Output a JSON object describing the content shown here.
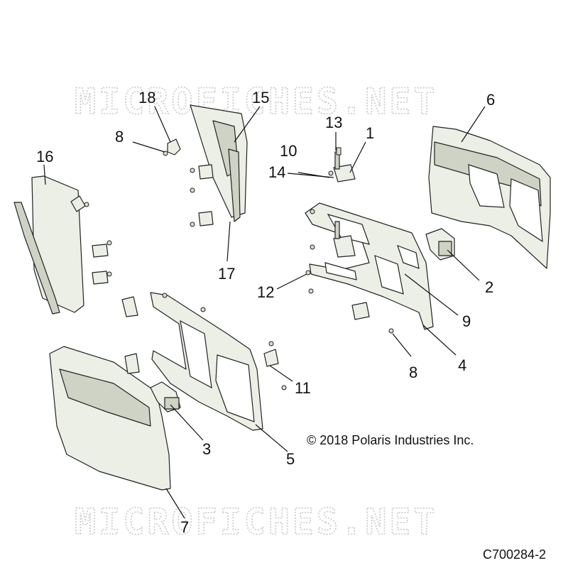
{
  "watermark": {
    "text": "MICROFICHES.NET"
  },
  "copyright": "© 2018 Polaris Industries Inc.",
  "diagram_id": "C700284-2",
  "callouts": {
    "c1": "1",
    "c2": "2",
    "c3": "3",
    "c4": "4",
    "c5": "5",
    "c6": "6",
    "c7": "7",
    "c8a": "8",
    "c8b": "8",
    "c9": "9",
    "c10": "10",
    "c11": "11",
    "c12": "12",
    "c13": "13",
    "c14": "14",
    "c15": "15",
    "c16": "16",
    "c17": "17",
    "c18": "18"
  },
  "colors": {
    "part_fill": "#ecefe6",
    "part_shade": "#cfd3c6",
    "line": "#222222",
    "watermark": "#c9c9c9"
  }
}
